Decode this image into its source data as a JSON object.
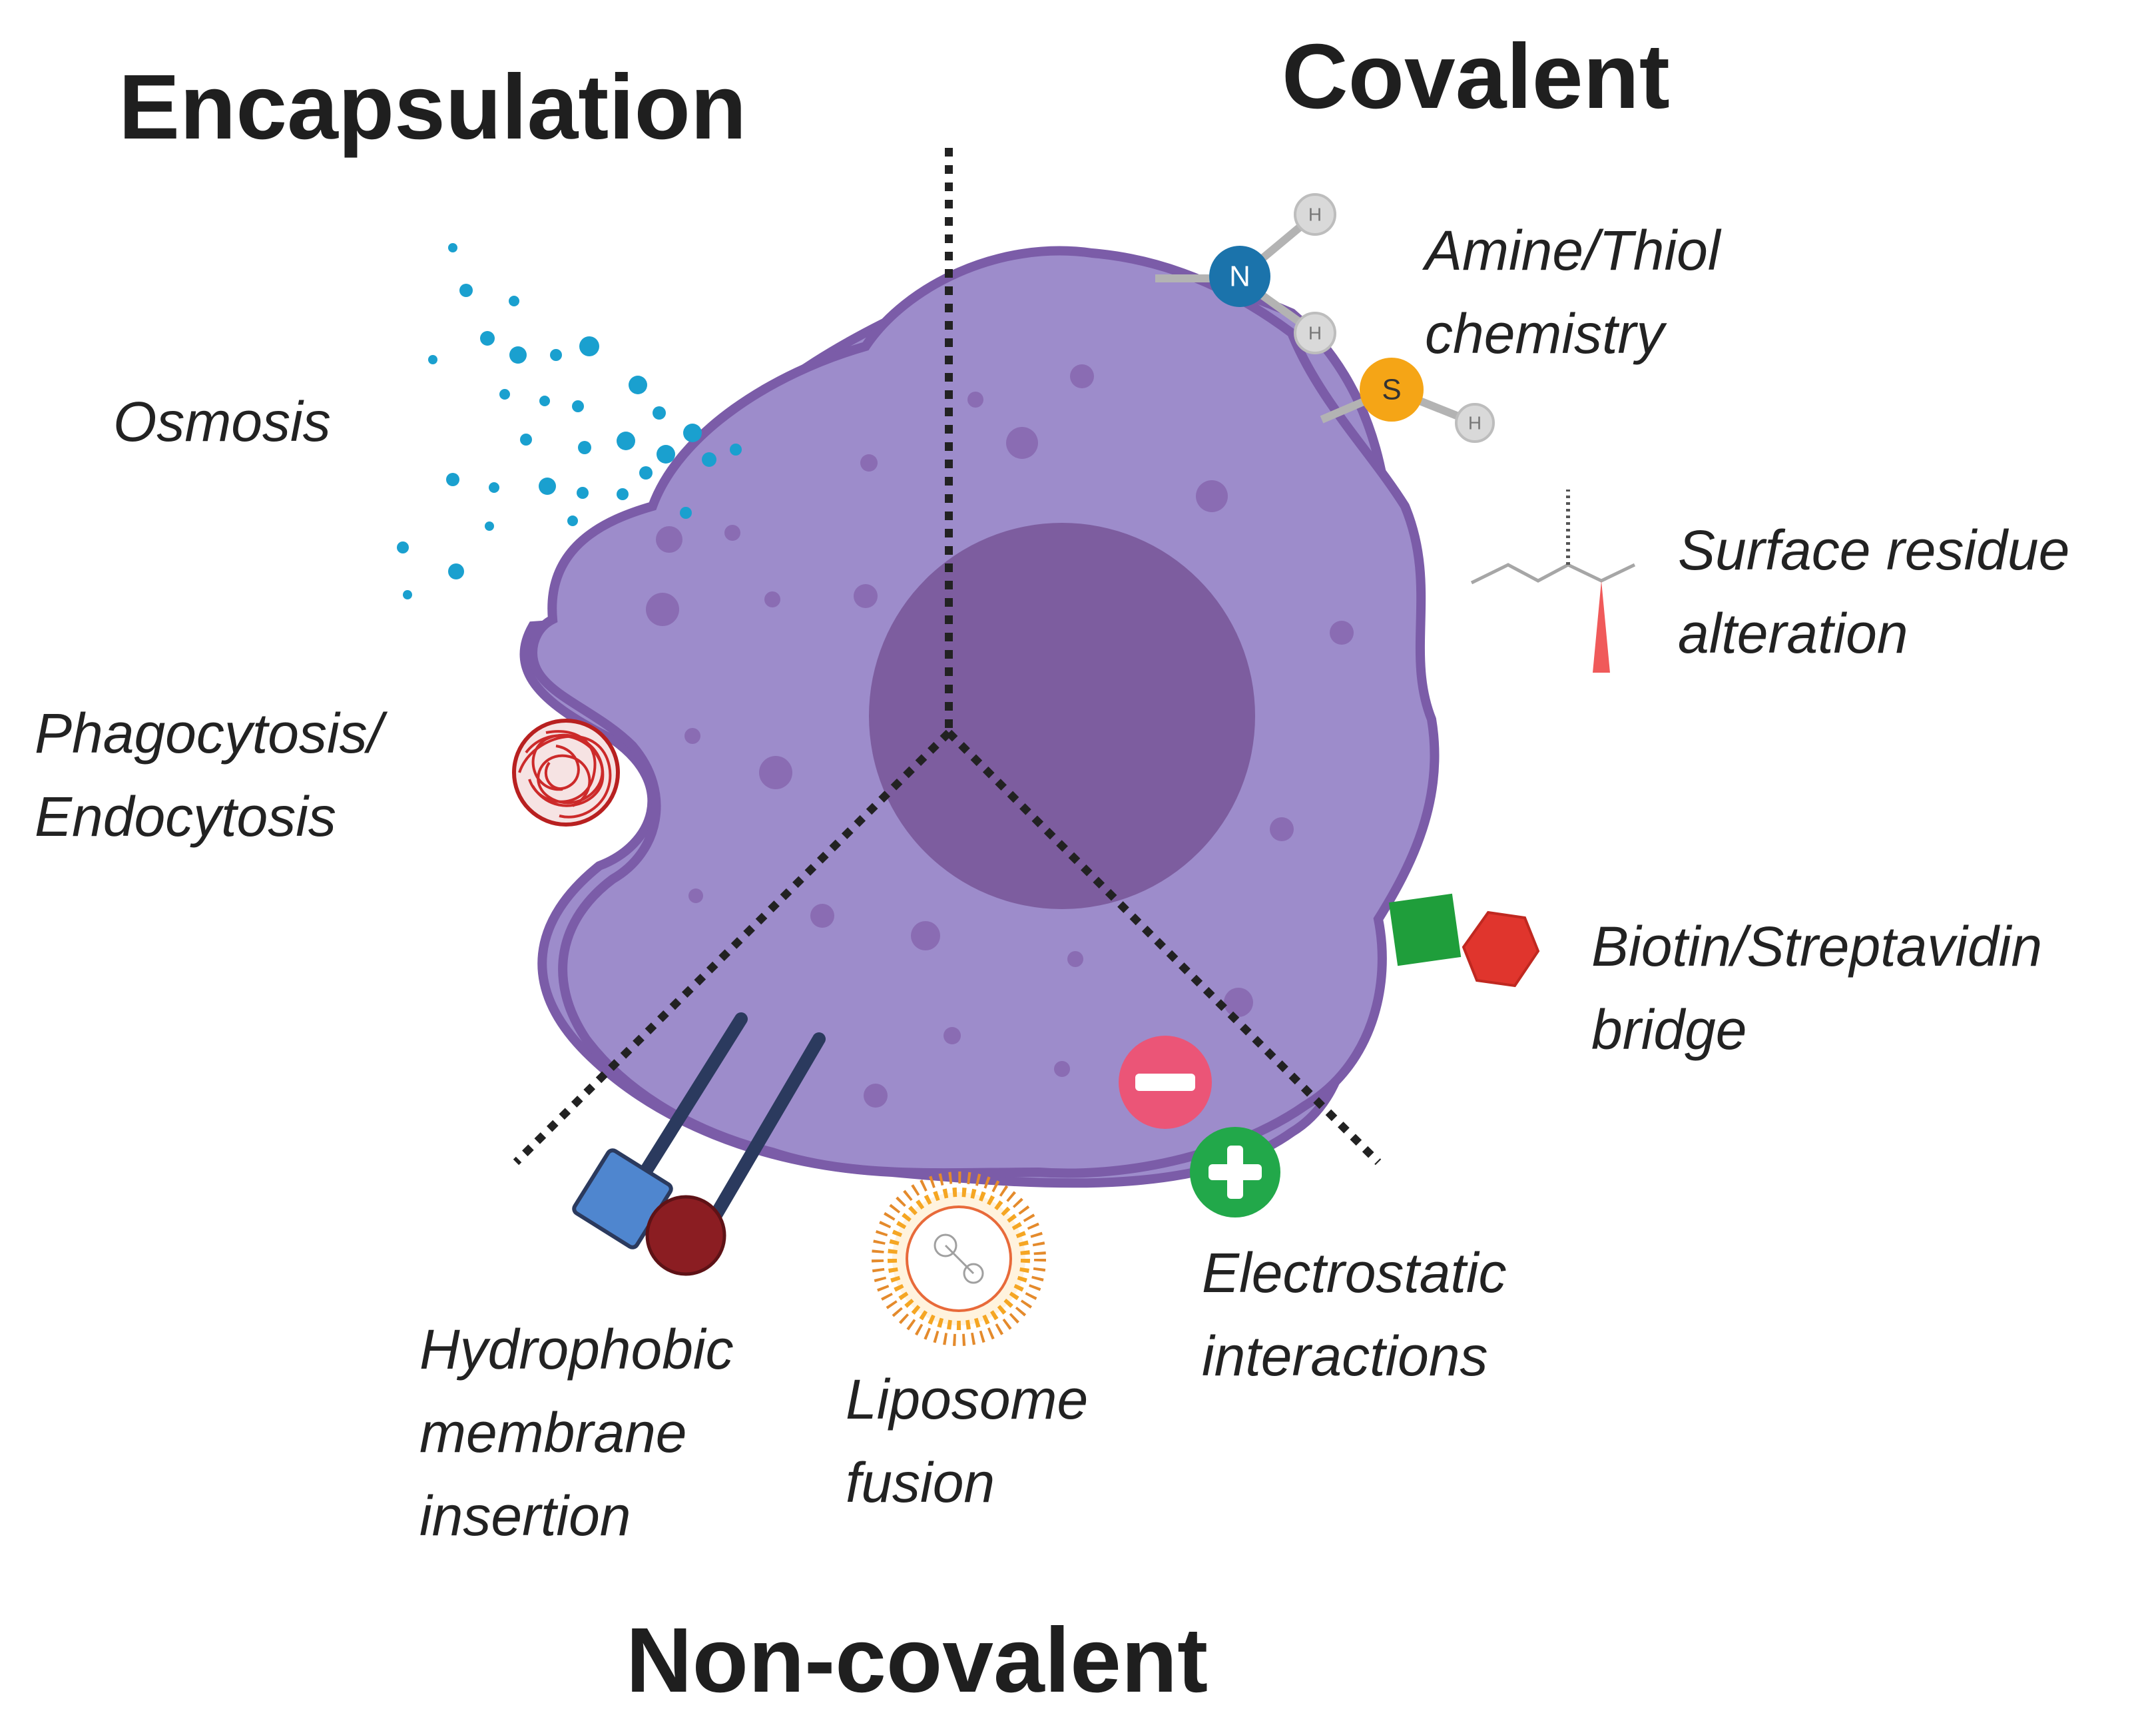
{
  "headings": {
    "encapsulation": "Encapsulation",
    "covalent": "Covalent",
    "non_covalent": "Non-covalent"
  },
  "labels": {
    "osmosis": "Osmosis",
    "phago_line1": "Phagocytosis/",
    "phago_line2": "Endocytosis",
    "amine_line1": "Amine/Thiol",
    "amine_line2": "chemistry",
    "surface_line1": "Surface residue",
    "surface_line2": "alteration",
    "biotin_line1": "Biotin/Streptavidin",
    "biotin_line2": "bridge",
    "electro_line1": "Electrostatic",
    "electro_line2": "interactions",
    "hydro_line1": "Hydrophobic",
    "hydro_line2": "membrane",
    "hydro_line3": "insertion",
    "lipo_line1": "Liposome",
    "lipo_line2": "fusion"
  },
  "atoms": {
    "nitrogen": "N",
    "sulfur": "S",
    "hydrogen": "H"
  },
  "colors": {
    "cell_fill": "#9d8ccb",
    "cell_stroke": "#7b5ca8",
    "nucleus": "#7d5d9f",
    "organelle": "#8a6cb3",
    "osmosis_dots": "#1aa0cf",
    "nitrogen": "#1b73ab",
    "sulfur": "#f5a516",
    "hydrogen": "#d9d9d9",
    "biotin": "#1f9e3b",
    "streptavidin": "#e0352d",
    "negative_charge": "#eb5577",
    "positive_charge": "#22a84a",
    "hydrophobic_square": "#4f86cf",
    "hydrophobic_circle": "#8b1d22",
    "hydrophobic_tail": "#2b3a5e",
    "particle": "#cc2a2a",
    "liposome": "#f5a623"
  },
  "icons": [
    "cell-diagram",
    "osmosis-droplets-icon",
    "nanoparticle-icon",
    "amine-molecule-icon",
    "thiol-molecule-icon",
    "stereo-residue-icon",
    "biotin-streptavidin-icon",
    "negative-charge-icon",
    "positive-charge-icon",
    "hydrophobic-anchor-icon",
    "liposome-icon"
  ]
}
